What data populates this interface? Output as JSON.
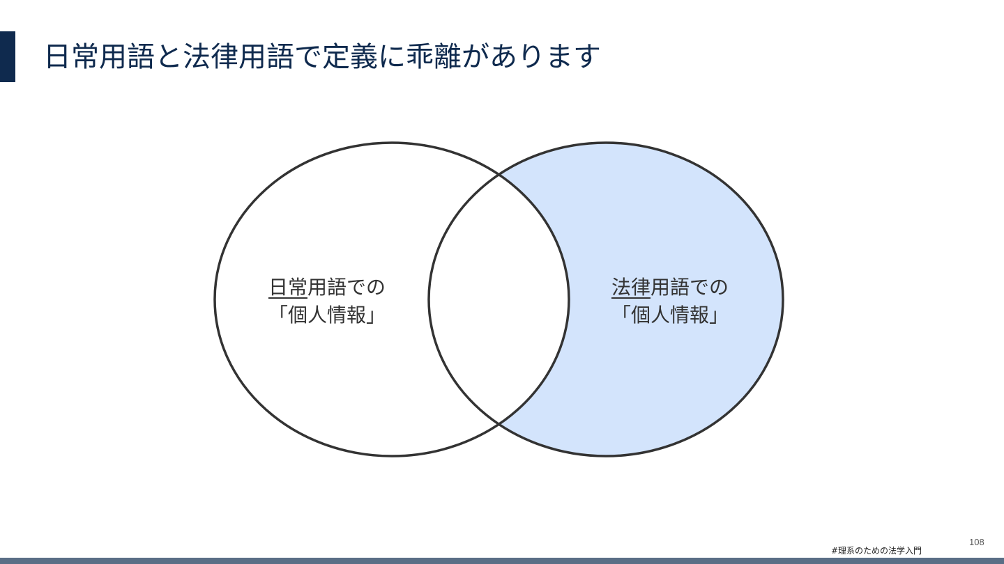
{
  "slide": {
    "title": "日常用語と法律用語で定義に乖離があります",
    "page_number": "108",
    "hashtag": "#理系のための法学入門"
  },
  "diagram": {
    "left_set": {
      "label_line1_underlined": "日常",
      "label_line1_rest": "用語での",
      "label_line2": "「個人情報」"
    },
    "right_set": {
      "label_line1_underlined": "法律",
      "label_line1_rest": "用語での",
      "label_line2": "「個人情報」"
    }
  },
  "colors": {
    "title_text": "#0f2a4e",
    "accent_bar": "#0f2a4e",
    "right_set_fill": "#d3e4fc",
    "circle_stroke": "#333333",
    "bottom_bar": "#5a6e86"
  }
}
